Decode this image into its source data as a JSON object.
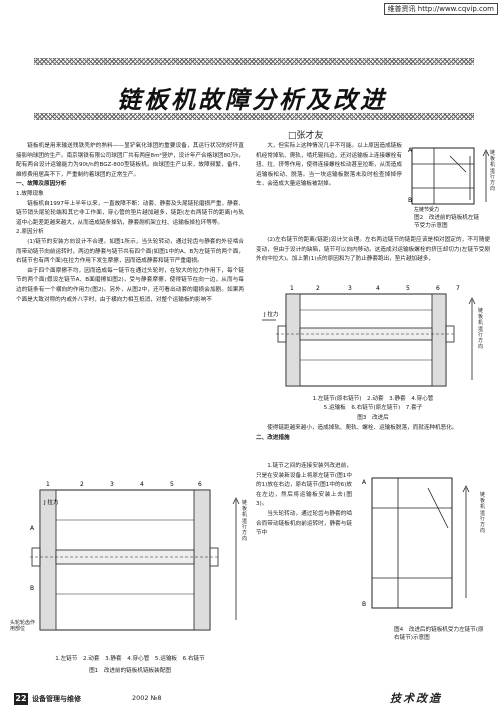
{
  "header_watermark": "维普资讯 http://www.cqvip.com",
  "title": "链板机故障分析及改进",
  "author": "□张才友",
  "left_col": [
    "链板机是用来输送残铁壳炉的熟料——显铲氧化球团的重要设备，其运行状况的好坏直接影响球团的生产。南京钢铁有限公司球团厂共有两座8m²竖炉，设计年产合格球团80万t，配有两台设计运输能力为90t/h的BGZ-800型链板机。自球团生产以来，故障频繁，备件、维修费用居高不下，严重制约着球团的正常生产。",
    "一、故障及原因分析",
    "1.故障现象",
    "链板机自1997年上半年以来，一直故障不断：动套、静套及头尾链轮磨损严重，静套、链节销头尾轮轮端和其它非工作面，穿心管的垫片越加越多，链距(左右两链节的距离)与轨道中心距差距越来越大，从而造成链条掉轨，静套剐机架立柱、运输板掉拉环等等。",
    "2.原因分析",
    "(1)链节的安装方向设计不合理。如图1所示，当头轮转动，通过轮齿与静套的外径啮合而带动链节向前运转时，两边的静套与链节共有四个面(如图1中的A、B为左链节的两个面，右链节也有两个面)在拉力作用下发生摩擦，因而造成静套和链节严重磨损。",
    "由于四个面摩擦不均，因而造成每一链节在通过头轮时，在较大的拉力作用下，每个链节的两个面(假设左链节A、B面磨擦如图2)，受与静套摩擦，使得链节在向一边，从而与每边的链条有一个横向的作用力(图2)。另外，从图2中，还可看出动套的磨损会加剧。如果两个面是大致对称的内或外八字时，由于横向力相互抵消，对整个运输板的影响不"
  ],
  "right_col_top": [
    "大，但实际上这种情况几乎不可能。以上原因造成链板机经常掉轨、爬轨，啃托辊挡边，还对运输板上连接螺栓有扭、拉、挤等作用，使得连接螺栓松动甚至拉断，从而造成运输板松动、脱落。当一块运输板脱落未及时检查掉掉停车，会造成大量运输板被刮掉。",
    "(2)左右链节的距离(链距)设计欠合理。左右两边链节的链距应该是相对固定的，不可随便变动，但由于设计的缺陷，链节可以向内移动。这造成对运输板螺栓的挤压却切力(左链节受剐外向中拉大)。加上第(1)点的原因和为了防止静套跑出，垫片越加越多，"
  ],
  "right_col_bottom": [
    "使得链距越来越小，造成掉轨、爬轨、螺栓、运输板脱落，而就连种机恶化。",
    "二、改进措施",
    "1.链节之间的连接安装列改进前，只是在安装新设备上将原左链节(图1中的1)放在右边，原右链节(图1中的6)放在左边，然后将运输板安装上去(图3)。",
    "当头轮转动，通过轮齿与静套的啮合而带动链板机向前运转时，静套与链节中"
  ],
  "fig1": {
    "caption": "图1　改进前的链板机链板装配图",
    "legend": "1.左链节　2.动套　3.静套　4.穿心管　5.运输板　6.右链节",
    "side_label": "链板机运行方向",
    "left_label": "头轮轮齿作用部位",
    "force_label": "J 拉力",
    "point_a": "A",
    "point_b": "B",
    "nums": [
      "1",
      "2",
      "3",
      "4",
      "5",
      "6"
    ]
  },
  "fig2": {
    "caption": "图2　改进前的链板机左链节受力示意图",
    "side_label": "链板机运行方向",
    "label": "左链节受力",
    "point_a": "A",
    "point_b": "B"
  },
  "fig3": {
    "caption": "图3　改进后",
    "legend1": "1.左链节(原右链节)　2.动套　3.静套　4.穿心管",
    "legend2": "5.运输板　6.右链节(原左链节)　7.套子",
    "side_label": "链板机运行方向",
    "force_label": "J 拉力",
    "nums": [
      "1",
      "2",
      "3",
      "4",
      "5",
      "6",
      "7"
    ]
  },
  "fig4": {
    "caption": "图4　改进后的链板机受力左链节(原右链节)示意图",
    "side_label": "链板机运行方向",
    "point_a": "A",
    "point_b": "B"
  },
  "footer": {
    "page_num": "22",
    "magazine": "设备管理与维修",
    "date": "2002 №8",
    "logo": "技术改造"
  }
}
